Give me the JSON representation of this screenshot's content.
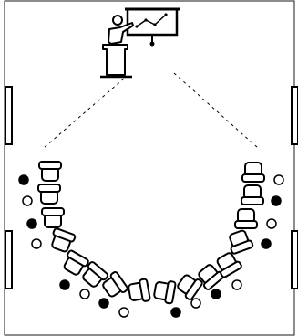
{
  "diagram": {
    "type": "classroom-u-shape-seating",
    "presenter_icon": "presenter-at-podium-icon",
    "board_icon": "presentation-board-chart-icon",
    "seats": 16,
    "occupants": [
      "black",
      "white",
      "black",
      "white",
      "black",
      "white",
      "black",
      "white",
      "black",
      "white",
      "black",
      "white",
      "black",
      "white",
      "black",
      "white"
    ]
  },
  "colors": {
    "ink": "#000000",
    "chair_fill": "#ffffff",
    "background": "#ffffff",
    "frame": "#1a1a1a"
  }
}
